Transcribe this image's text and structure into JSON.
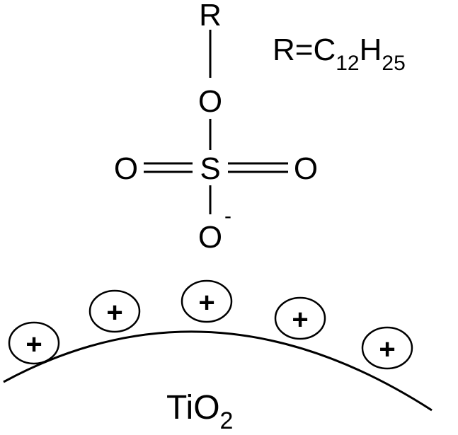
{
  "molecule": {
    "r_group": "R",
    "oxygen_ester": "O",
    "sulfur": "S",
    "oxygen_left": "O",
    "oxygen_right": "O",
    "oxygen_bottom": "O",
    "negative_charge": "-"
  },
  "formula": {
    "prefix": "R=C",
    "c_subscript": "12",
    "h": "H",
    "h_subscript": "25"
  },
  "surface": {
    "material": "TiO",
    "material_subscript": "2",
    "charge_symbol": "+",
    "positive_charge_count": 5
  }
}
